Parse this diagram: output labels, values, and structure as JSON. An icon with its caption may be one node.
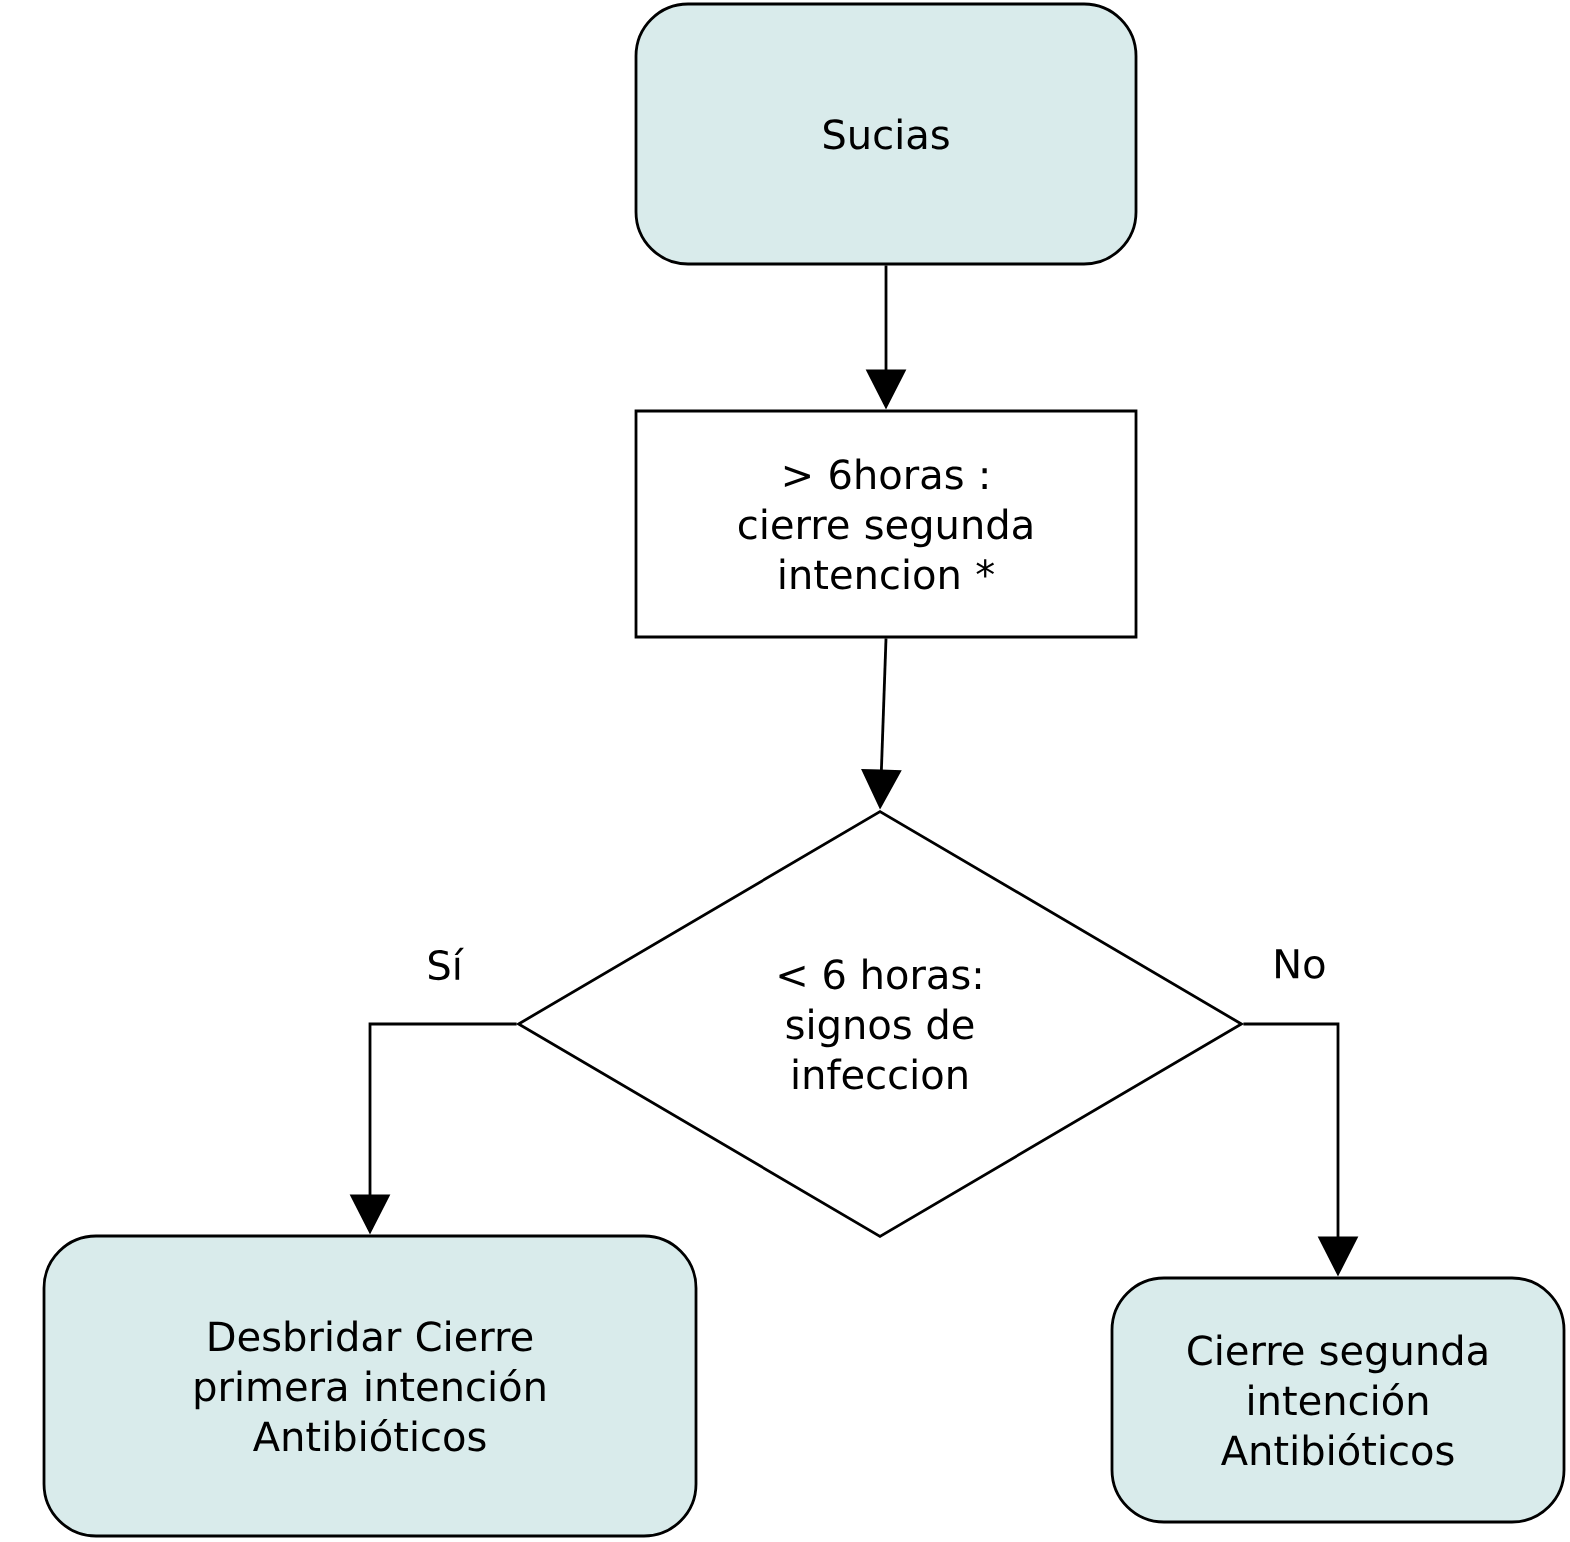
{
  "diagram": {
    "nodes": [
      {
        "text": [
          "Sucias"
        ]
      },
      {
        "text": [
          "> 6horas : cierre segunda intencion *"
        ]
      },
      {
        "text": [
          "< 6 horas: signos de infeccion"
        ]
      },
      {
        "text": [
          "Desbridar Cierre primera intención Antibióticos"
        ]
      },
      {
        "text": [
          "Cierre segunda intención Antibióticos"
        ]
      }
    ],
    "edges": [
      {
        "from": 0,
        "to": 1,
        "arrow": "to"
      },
      {
        "from": 1,
        "to": 2,
        "arrow": "to"
      },
      {
        "from": 2,
        "to": 3,
        "arrow": "to",
        "label": "Sí"
      },
      {
        "from": 2,
        "to": 4,
        "arrow": "to",
        "label": "No"
      }
    ]
  }
}
